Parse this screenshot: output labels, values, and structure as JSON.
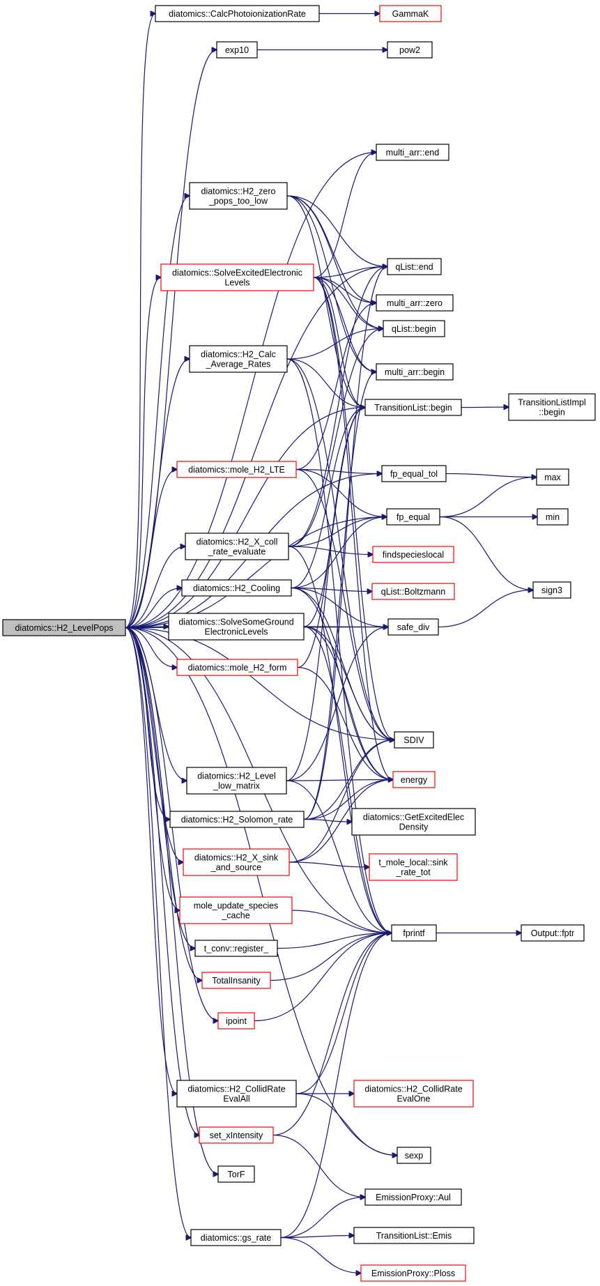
{
  "colors": {
    "edge": "#191970",
    "black_border": "#000000",
    "red_border": "#ff0000",
    "root_fill": "#bfbfbf"
  },
  "nodes": [
    {
      "id": "root",
      "lines": [
        "diatomics::H2_LevelPops"
      ],
      "border": "root"
    },
    {
      "id": "calcphoto",
      "lines": [
        "diatomics::CalcPhotoionizationRate"
      ],
      "border": "black"
    },
    {
      "id": "gammak",
      "lines": [
        "GammaK"
      ],
      "border": "red"
    },
    {
      "id": "exp10",
      "lines": [
        "exp10"
      ],
      "border": "black"
    },
    {
      "id": "pow2",
      "lines": [
        "pow2"
      ],
      "border": "black"
    },
    {
      "id": "multiend",
      "lines": [
        "multi_arr::end"
      ],
      "border": "black"
    },
    {
      "id": "zeropops",
      "lines": [
        "diatomics::H2_zero",
        "_pops_too_low"
      ],
      "border": "black"
    },
    {
      "id": "solveexc",
      "lines": [
        "diatomics::SolveExcitedElectronic",
        "Levels"
      ],
      "border": "red"
    },
    {
      "id": "qlistend",
      "lines": [
        "qList::end"
      ],
      "border": "black"
    },
    {
      "id": "multizero",
      "lines": [
        "multi_arr::zero"
      ],
      "border": "black"
    },
    {
      "id": "qlistbegin",
      "lines": [
        "qList::begin"
      ],
      "border": "black"
    },
    {
      "id": "calcavg",
      "lines": [
        "diatomics::H2_Calc",
        "_Average_Rates"
      ],
      "border": "black"
    },
    {
      "id": "multibegin",
      "lines": [
        "multi_arr::begin"
      ],
      "border": "black"
    },
    {
      "id": "translistbegin",
      "lines": [
        "TransitionList::begin"
      ],
      "border": "black"
    },
    {
      "id": "translistimpl",
      "lines": [
        "TransitionListImpl",
        "::begin"
      ],
      "border": "black"
    },
    {
      "id": "molelte",
      "lines": [
        "diatomics::mole_H2_LTE"
      ],
      "border": "red"
    },
    {
      "id": "fpequaltol",
      "lines": [
        "fp_equal_tol"
      ],
      "border": "black"
    },
    {
      "id": "max",
      "lines": [
        "max"
      ],
      "border": "black"
    },
    {
      "id": "fpequal",
      "lines": [
        "fp_equal"
      ],
      "border": "black"
    },
    {
      "id": "min",
      "lines": [
        "min"
      ],
      "border": "black"
    },
    {
      "id": "xcoll",
      "lines": [
        "diatomics::H2_X_coll",
        "_rate_evaluate"
      ],
      "border": "black"
    },
    {
      "id": "findspecies",
      "lines": [
        "findspecieslocal"
      ],
      "border": "red"
    },
    {
      "id": "cooling",
      "lines": [
        "diatomics::H2_Cooling"
      ],
      "border": "black"
    },
    {
      "id": "boltzmann",
      "lines": [
        "qList::Boltzmann"
      ],
      "border": "red"
    },
    {
      "id": "sign3",
      "lines": [
        "sign3"
      ],
      "border": "black"
    },
    {
      "id": "solvesome",
      "lines": [
        "diatomics::SolveSomeGround",
        "ElectronicLevels"
      ],
      "border": "black"
    },
    {
      "id": "safediv",
      "lines": [
        "safe_div"
      ],
      "border": "black"
    },
    {
      "id": "moleform",
      "lines": [
        "diatomics::mole_H2_form"
      ],
      "border": "red"
    },
    {
      "id": "sdiv",
      "lines": [
        "SDIV"
      ],
      "border": "black"
    },
    {
      "id": "levellow",
      "lines": [
        "diatomics::H2_Level",
        "_low_matrix"
      ],
      "border": "black"
    },
    {
      "id": "energy",
      "lines": [
        "energy"
      ],
      "border": "red"
    },
    {
      "id": "solomon",
      "lines": [
        "diatomics::H2_Solomon_rate"
      ],
      "border": "black"
    },
    {
      "id": "getexc",
      "lines": [
        "diatomics::GetExcitedElec",
        "Density"
      ],
      "border": "black"
    },
    {
      "id": "xsink",
      "lines": [
        "diatomics::H2_X_sink",
        "_and_source"
      ],
      "border": "red"
    },
    {
      "id": "tmole",
      "lines": [
        "t_mole_local::sink",
        "_rate_tot"
      ],
      "border": "red"
    },
    {
      "id": "moleupdate",
      "lines": [
        "mole_update_species",
        "_cache"
      ],
      "border": "red"
    },
    {
      "id": "fprintf",
      "lines": [
        "fprintf"
      ],
      "border": "black"
    },
    {
      "id": "fptr",
      "lines": [
        "Output::fptr"
      ],
      "border": "black"
    },
    {
      "id": "tconv",
      "lines": [
        "t_conv::register_"
      ],
      "border": "black"
    },
    {
      "id": "totalins",
      "lines": [
        "TotalInsanity"
      ],
      "border": "red"
    },
    {
      "id": "ipoint",
      "lines": [
        "ipoint"
      ],
      "border": "red"
    },
    {
      "id": "collidall",
      "lines": [
        "diatomics::H2_CollidRate",
        "EvalAll"
      ],
      "border": "black"
    },
    {
      "id": "collidone",
      "lines": [
        "diatomics::H2_CollidRate",
        "EvalOne"
      ],
      "border": "red"
    },
    {
      "id": "setxint",
      "lines": [
        "set_xIntensity"
      ],
      "border": "red"
    },
    {
      "id": "sexp",
      "lines": [
        "sexp"
      ],
      "border": "black"
    },
    {
      "id": "torf",
      "lines": [
        "TorF"
      ],
      "border": "black"
    },
    {
      "id": "aul",
      "lines": [
        "EmissionProxy::Aul"
      ],
      "border": "black"
    },
    {
      "id": "gsrate",
      "lines": [
        "diatomics::gs_rate"
      ],
      "border": "black"
    },
    {
      "id": "emis",
      "lines": [
        "TransitionList::Emis"
      ],
      "border": "black"
    },
    {
      "id": "ploss",
      "lines": [
        "EmissionProxy::Ploss"
      ],
      "border": "red"
    }
  ],
  "edges": [
    [
      "root",
      "calcphoto"
    ],
    [
      "root",
      "exp10"
    ],
    [
      "root",
      "multiend"
    ],
    [
      "root",
      "zeropops"
    ],
    [
      "root",
      "solveexc"
    ],
    [
      "root",
      "qlistend"
    ],
    [
      "root",
      "calcavg"
    ],
    [
      "root",
      "translistbegin"
    ],
    [
      "root",
      "molelte"
    ],
    [
      "root",
      "fpequaltol"
    ],
    [
      "root",
      "fpequal"
    ],
    [
      "root",
      "xcoll"
    ],
    [
      "root",
      "cooling"
    ],
    [
      "root",
      "solvesome"
    ],
    [
      "root",
      "moleform"
    ],
    [
      "root",
      "safediv"
    ],
    [
      "root",
      "sdiv"
    ],
    [
      "root",
      "levellow"
    ],
    [
      "root",
      "solomon"
    ],
    [
      "root",
      "xsink"
    ],
    [
      "root",
      "moleupdate"
    ],
    [
      "root",
      "tconv"
    ],
    [
      "root",
      "totalins"
    ],
    [
      "root",
      "ipoint"
    ],
    [
      "root",
      "fprintf"
    ],
    [
      "root",
      "collidall"
    ],
    [
      "root",
      "setxint"
    ],
    [
      "root",
      "sexp"
    ],
    [
      "root",
      "torf"
    ],
    [
      "root",
      "gsrate"
    ],
    [
      "calcphoto",
      "gammak"
    ],
    [
      "exp10",
      "pow2"
    ],
    [
      "zeropops",
      "qlistend"
    ],
    [
      "zeropops",
      "multizero"
    ],
    [
      "zeropops",
      "qlistbegin"
    ],
    [
      "zeropops",
      "multibegin"
    ],
    [
      "zeropops",
      "translistbegin"
    ],
    [
      "solveexc",
      "multiend"
    ],
    [
      "solveexc",
      "qlistend"
    ],
    [
      "solveexc",
      "multizero"
    ],
    [
      "solveexc",
      "qlistbegin"
    ],
    [
      "solveexc",
      "multibegin"
    ],
    [
      "solveexc",
      "translistbegin"
    ],
    [
      "solveexc",
      "sdiv"
    ],
    [
      "solveexc",
      "energy"
    ],
    [
      "calcavg",
      "qlistbegin"
    ],
    [
      "calcavg",
      "translistbegin"
    ],
    [
      "calcavg",
      "fprintf"
    ],
    [
      "calcavg",
      "sdiv"
    ],
    [
      "translistbegin",
      "translistimpl"
    ],
    [
      "molelte",
      "fpequaltol"
    ],
    [
      "molelte",
      "fpequal"
    ],
    [
      "molelte",
      "multizero"
    ],
    [
      "molelte",
      "sdiv"
    ],
    [
      "fpequaltol",
      "max"
    ],
    [
      "fpequal",
      "max"
    ],
    [
      "fpequal",
      "min"
    ],
    [
      "fpequal",
      "sign3"
    ],
    [
      "xcoll",
      "qlistend"
    ],
    [
      "xcoll",
      "qlistbegin"
    ],
    [
      "xcoll",
      "fpequal"
    ],
    [
      "xcoll",
      "findspecies"
    ],
    [
      "xcoll",
      "fprintf"
    ],
    [
      "cooling",
      "boltzmann"
    ],
    [
      "cooling",
      "translistbegin"
    ],
    [
      "cooling",
      "safediv"
    ],
    [
      "cooling",
      "sdiv"
    ],
    [
      "cooling",
      "energy"
    ],
    [
      "cooling",
      "fpequal"
    ],
    [
      "solvesome",
      "safediv"
    ],
    [
      "solvesome",
      "translistbegin"
    ],
    [
      "solvesome",
      "sdiv"
    ],
    [
      "solvesome",
      "energy"
    ],
    [
      "solvesome",
      "fprintf"
    ],
    [
      "moleform",
      "translistbegin"
    ],
    [
      "moleform",
      "energy"
    ],
    [
      "safediv",
      "sign3"
    ],
    [
      "levellow",
      "energy"
    ],
    [
      "levellow",
      "fprintf"
    ],
    [
      "levellow",
      "safediv"
    ],
    [
      "levellow",
      "translistbegin"
    ],
    [
      "solomon",
      "getexc"
    ],
    [
      "solomon",
      "energy"
    ],
    [
      "solomon",
      "sdiv"
    ],
    [
      "solomon",
      "multibegin"
    ],
    [
      "solomon",
      "qlistend"
    ],
    [
      "xsink",
      "tmole"
    ],
    [
      "xsink",
      "energy"
    ],
    [
      "xsink",
      "sdiv"
    ],
    [
      "moleupdate",
      "fprintf"
    ],
    [
      "tconv",
      "fprintf"
    ],
    [
      "totalins",
      "fprintf"
    ],
    [
      "ipoint",
      "fprintf"
    ],
    [
      "fprintf",
      "fptr"
    ],
    [
      "collidall",
      "collidone"
    ],
    [
      "collidall",
      "fprintf"
    ],
    [
      "collidall",
      "sexp"
    ],
    [
      "setxint",
      "fprintf"
    ],
    [
      "setxint",
      "aul"
    ],
    [
      "gsrate",
      "aul"
    ],
    [
      "gsrate",
      "emis"
    ],
    [
      "gsrate",
      "ploss"
    ],
    [
      "gsrate",
      "fprintf"
    ]
  ]
}
